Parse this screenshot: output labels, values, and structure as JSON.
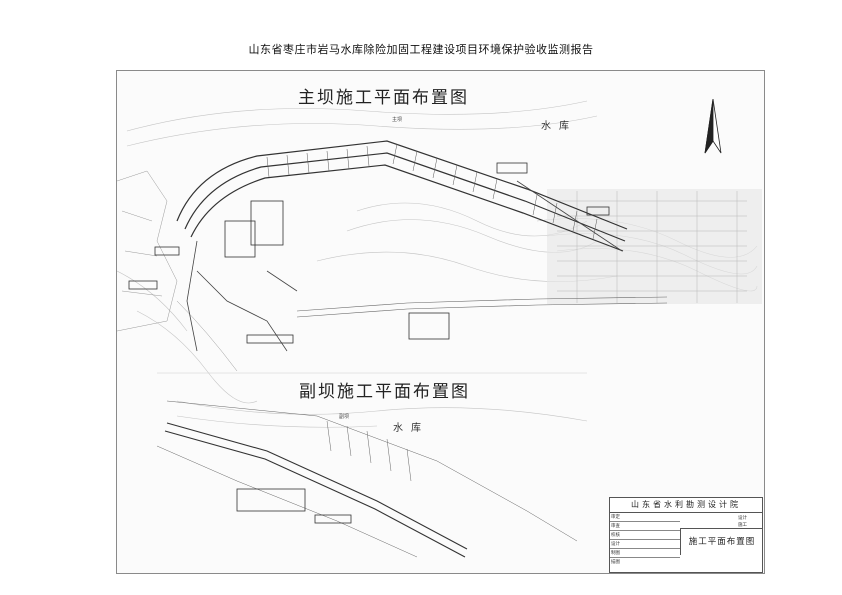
{
  "header": {
    "text": "山东省枣庄市岩马水库除险加固工程建设项目环境保护验收监测报告"
  },
  "main_plan": {
    "title": "主坝施工平面布置图",
    "reservoir_label": "水库",
    "dam_label": "主坝"
  },
  "sub_plan": {
    "title": "副坝施工平面布置图",
    "reservoir_label": "水库",
    "dam_label": "副坝"
  },
  "title_block": {
    "institute": "山东省水利勘测设计院",
    "drawing_name": "施工平面布置图",
    "row_labels": [
      "审定",
      "审查",
      "校核",
      "设计",
      "制图",
      "描图"
    ],
    "right_labels": [
      "设计",
      "施工"
    ]
  },
  "colors": {
    "line": "#333333",
    "faint": "#b5b5b5"
  }
}
